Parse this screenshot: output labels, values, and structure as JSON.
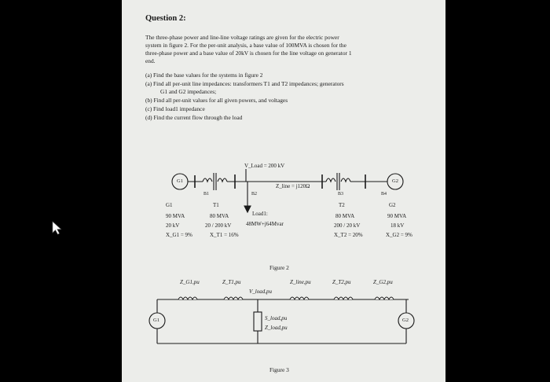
{
  "question": {
    "title": "Question 2:"
  },
  "paragraph": [
    "The three-phase power and line-line voltage ratings are given for the electric power",
    "system in figure 2. For the per-unit analysis, a base value of 100MVA is chosen for the",
    "three-phase power and a base value of 20kV is chosen for the line voltage on generator 1",
    "end."
  ],
  "tasks": {
    "a1": "(a)   Find the base values for the systems in figure 2",
    "a2": "(a)   Find all per-unit line impedances: transformers T1 and T2 impedances; generators",
    "a2b": "G1 and G2 impedances;",
    "b": "(b)   Find all per-unit values for all given powers, and voltages",
    "c": "(c)   Find load1 impedance",
    "d": "(d)   Find the current flow through the load"
  },
  "figure2": {
    "vline": "V_Load = 200 kV",
    "zline": "Z_line = j120Ω",
    "g1_circle": "G1",
    "g2_circle": "G2",
    "buses": [
      "B1",
      "B2",
      "B3",
      "B4"
    ],
    "g1": {
      "name": "G1",
      "mva": "90 MVA",
      "kv": "20 kV",
      "x": "X_G1 = 9%"
    },
    "t1": {
      "name": "T1",
      "mva": "80 MVA",
      "kv": "20 / 200 kV",
      "x": "X_T1 = 16%"
    },
    "load": {
      "name": "Load1:",
      "s": "48MW+j64Mvar"
    },
    "t2": {
      "name": "T2",
      "mva": "80 MVA",
      "kv": "200 / 20 kV",
      "x": "X_T2 = 20%"
    },
    "g2": {
      "name": "G2",
      "mva": "90 MVA",
      "kv": "18 kV",
      "x": "X_G2 = 9%"
    },
    "caption": "Figure 2"
  },
  "figure3": {
    "labels": [
      "Z_G1,pu",
      "Z_T1,pu",
      "Z_line,pu",
      "Z_T2,pu",
      "Z_G2,pu"
    ],
    "vload": "V_load,pu",
    "sload": "S_load,pu",
    "zload": "Z_load,pu",
    "g1": "G1",
    "g2": "G2",
    "caption": "Figure 3"
  },
  "colors": {
    "background": "#000000",
    "paper": "#ecedea",
    "ink": "#1a1a1a"
  },
  "icons": [
    "mouse-pointer-icon",
    "generator-icon",
    "transformer-icon",
    "inductor-icon"
  ]
}
